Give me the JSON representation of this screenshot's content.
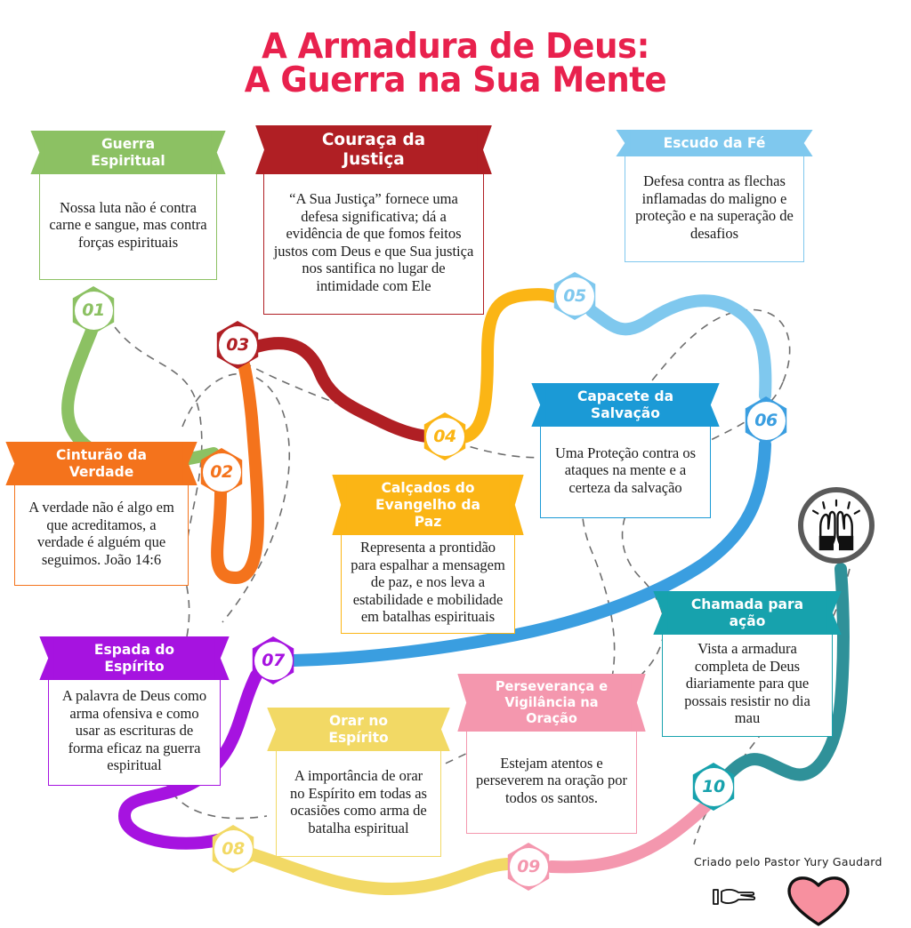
{
  "title": {
    "line1": "A Armadura de Deus:",
    "line2": "A Guerra na Sua Mente",
    "color": "#e8214d"
  },
  "credit": {
    "text": "Criado pelo Pastor Yury Gaudard",
    "pointer_icon": "pointing-hand-icon",
    "heart_icon": "heart-icon",
    "heart_color": "#f7909f"
  },
  "center_icon": {
    "name": "praising-hands-icon",
    "ring_color": "#5a5a5a"
  },
  "cards": [
    {
      "num": "01",
      "title": "Guerra Espiritual",
      "body": "Nossa luta não é contra carne e sangue, mas contra forças espirituais",
      "color": "#8cc163"
    },
    {
      "num": "02",
      "title": "Cinturão da Verdade",
      "body": "A verdade não é algo em que acreditamos, a verdade é alguém que seguimos. João 14:6",
      "color": "#f4731c"
    },
    {
      "num": "03",
      "title": "Couraça da Justiça",
      "body": "“A Sua Justiça” fornece uma defesa significativa; dá a evidência de que fomos feitos justos com Deus e que Sua justiça nos santifica no lugar de intimidade com Ele",
      "color": "#b01f24"
    },
    {
      "num": "04",
      "title": "Calçados do Evangelho da Paz",
      "body": "Representa a prontidão para espalhar a mensagem de paz, e nos leva a estabilidade e mobilidade em batalhas espirituais",
      "color": "#fbb515"
    },
    {
      "num": "05",
      "title": "Escudo da Fé",
      "body": "Defesa contra as flechas inflamadas do maligno e proteção e na superação de desafios",
      "color": "#7fc8ee"
    },
    {
      "num": "06",
      "title": "Capacete da Salvação",
      "body": "Uma Proteção contra os ataques na mente e a certeza da salvação",
      "color": "#1b9ad6"
    },
    {
      "num": "07",
      "title": "Espada do Espírito",
      "body": "A palavra de Deus como arma ofensiva e como usar as escrituras de forma eficaz na guerra espiritual",
      "color": "#a613e0"
    },
    {
      "num": "08",
      "title": "Orar no Espírito",
      "body": "A importância de orar no Espírito em todas as ocasiões como arma de batalha espiritual",
      "color": "#f2d965"
    },
    {
      "num": "09",
      "title": "Perseverança e Vigilância na Oração",
      "body": "Estejam atentos e perseverem na oração por todos os santos.",
      "color": "#f497ae"
    },
    {
      "num": "10",
      "title": "Chamada para ação",
      "body": "Vista a armadura completa de Deus diariamente para que possais resistir no dia mau",
      "color": "#17a2ad"
    }
  ]
}
